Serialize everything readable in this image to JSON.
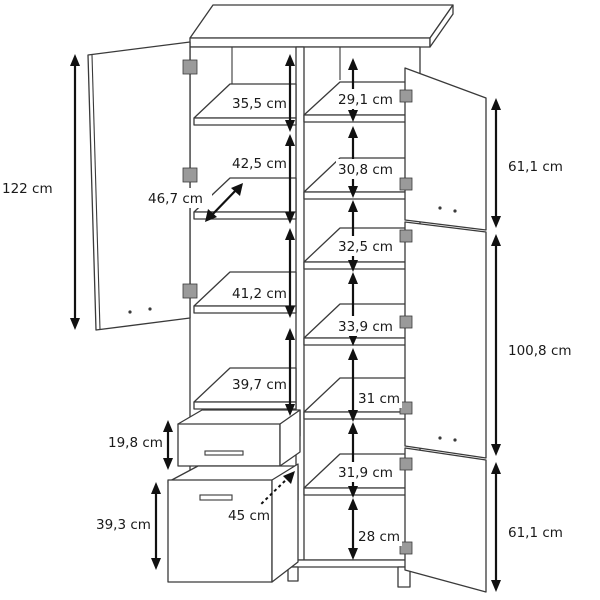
{
  "dimensions": {
    "left_door_height": "122 cm",
    "depth": "46,7 cm",
    "drawer_small_height": "19,8 cm",
    "drawer_large_height": "39,3 cm",
    "drawer_depth": "45 cm",
    "left_comp_1": "35,5 cm",
    "left_comp_2": "42,5 cm",
    "left_comp_3": "41,2 cm",
    "left_comp_4": "39,7 cm",
    "right_comp_1": "29,1 cm",
    "right_comp_2": "30,8 cm",
    "right_comp_3": "32,5 cm",
    "right_comp_4": "33,9 cm",
    "right_comp_5": "31 cm",
    "right_comp_6": "31,9 cm",
    "right_comp_7": "28 cm",
    "right_door_top_height": "61,1 cm",
    "right_door_middle_height": "100,8 cm",
    "right_door_bottom_height": "61,1 cm"
  },
  "colors": {
    "line": "#3a3a3a",
    "dimension": "#111111"
  }
}
